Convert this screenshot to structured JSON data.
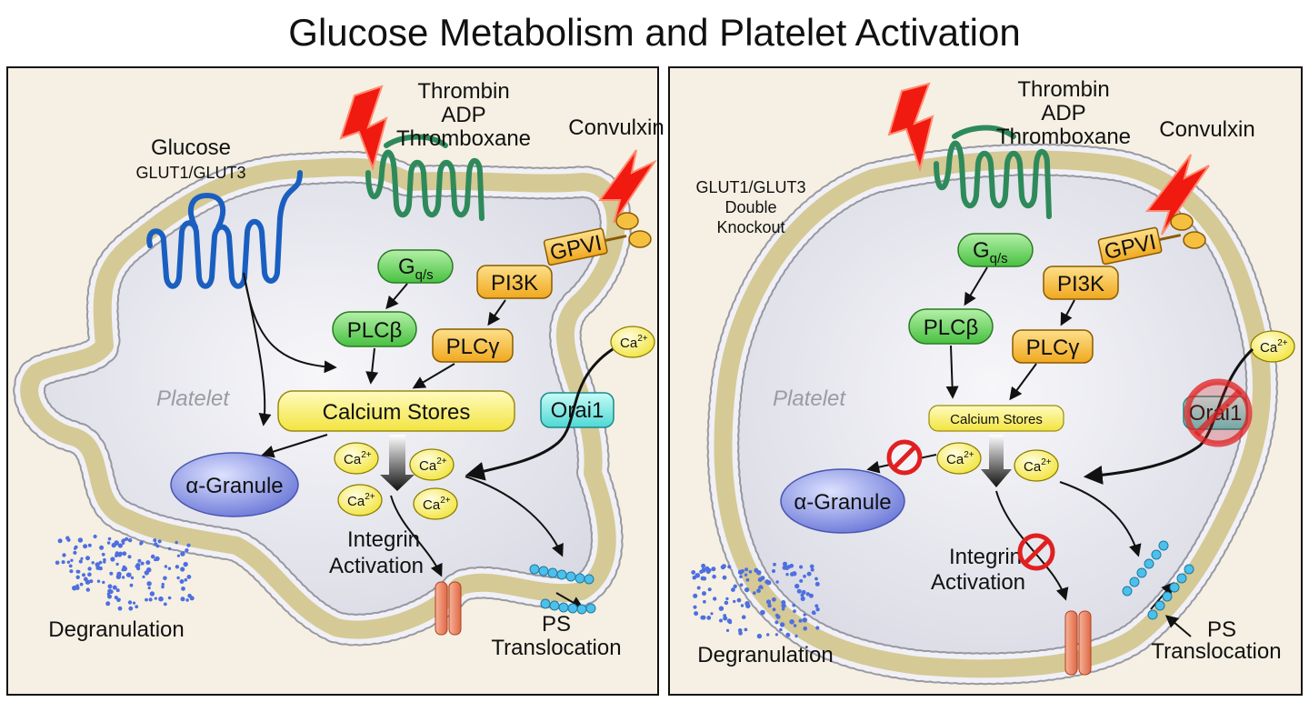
{
  "title": "Glucose Metabolism and Platelet Activation",
  "left_panel": {
    "platelet": "Platelet",
    "glucose": "Glucose",
    "glut": "GLUT1/GLUT3",
    "thrombin": "Thrombin",
    "adp": "ADP",
    "thromboxane": "Thromboxane",
    "convulxin": "Convulxin",
    "gpvi": "GPVI",
    "gq": "G",
    "gq_sub": "q/s",
    "pi3k": "PI3K",
    "plcb": "PLCβ",
    "plcg": "PLCγ",
    "calcium_stores": "Calcium Stores",
    "orai1": "Orai1",
    "ca": "Ca",
    "ca_sup": "2+",
    "granule": "α-Granule",
    "integrin": "Integrin",
    "activation": "Activation",
    "ps": "PS",
    "translocation": "Translocation",
    "degranulation": "Degranulation"
  },
  "right_panel": {
    "platelet": "Platelet",
    "glut": "GLUT1/GLUT3",
    "double": "Double",
    "knockout": "Knockout",
    "thrombin": "Thrombin",
    "adp": "ADP",
    "thromboxane": "Thromboxane",
    "convulxin": "Convulxin",
    "gpvi": "GPVI",
    "gq": "G",
    "gq_sub": "q/s",
    "pi3k": "PI3K",
    "plcb": "PLCβ",
    "plcg": "PLCγ",
    "calcium_stores": "Calcium Stores",
    "orai1": "Orai1",
    "ca": "Ca",
    "ca_sup": "2+",
    "granule": "α-Granule",
    "integrin": "Integrin",
    "activation": "Activation",
    "ps": "PS",
    "translocation": "Translocation",
    "degranulation": "Degranulation"
  },
  "colors": {
    "membrane": "#d9cfa0",
    "bead": "#e6e6ee",
    "cytoplasm": "#eeeef3",
    "green": "#6fd26a",
    "orange": "#f6bd3c",
    "yellow": "#f6ee6a",
    "cyan": "#7ee8e6",
    "granule": "#8c97e4",
    "bolt": "#f01a10",
    "glut_blue": "#1a5fc0",
    "receptor_green": "#2e8a5a",
    "inhibit": "#e02020"
  }
}
